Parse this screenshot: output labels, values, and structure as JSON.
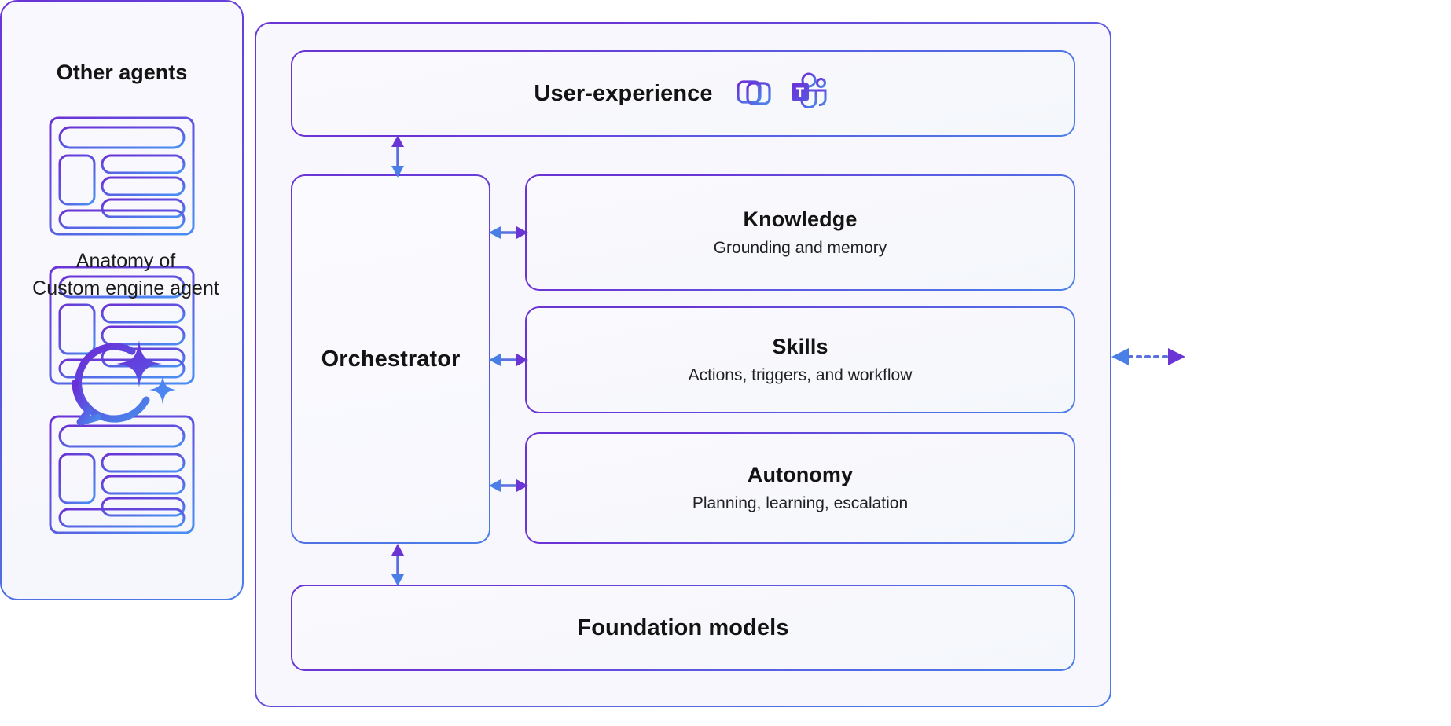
{
  "caption": {
    "line1": "Anatomy of",
    "line2": "Custom engine agent",
    "logo_icon": "copilot-chat-sparkle-icon"
  },
  "main_panel": {
    "name": "custom-engine-agent-panel",
    "user_experience": {
      "title": "User-experience",
      "icons": [
        {
          "name": "microsoft-365-copilot-icon",
          "label": "Microsoft 365 Copilot"
        },
        {
          "name": "microsoft-teams-icon",
          "label": "Microsoft Teams"
        }
      ]
    },
    "orchestrator": {
      "title": "Orchestrator"
    },
    "capabilities": [
      {
        "id": "knowledge",
        "title": "Knowledge",
        "subtitle": "Grounding and memory"
      },
      {
        "id": "skills",
        "title": "Skills",
        "subtitle": "Actions, triggers, and workflow"
      },
      {
        "id": "autonomy",
        "title": "Autonomy",
        "subtitle": "Planning, learning, escalation"
      }
    ],
    "foundation": {
      "title": "Foundation models"
    }
  },
  "other_agents": {
    "title": "Other agents",
    "card_count": 3,
    "card_icon": "agent-card-icon"
  },
  "connectors": [
    {
      "name": "ux-orchestrator-connector",
      "style": "solid",
      "direction": "bidirectional",
      "orientation": "vertical"
    },
    {
      "name": "orchestrator-knowledge-connector",
      "style": "solid",
      "direction": "bidirectional",
      "orientation": "horizontal"
    },
    {
      "name": "orchestrator-skills-connector",
      "style": "solid",
      "direction": "bidirectional",
      "orientation": "horizontal"
    },
    {
      "name": "orchestrator-autonomy-connector",
      "style": "solid",
      "direction": "bidirectional",
      "orientation": "horizontal"
    },
    {
      "name": "orchestrator-foundation-connector",
      "style": "solid",
      "direction": "bidirectional",
      "orientation": "vertical"
    },
    {
      "name": "agent-to-other-agents-connector",
      "style": "dotted",
      "direction": "bidirectional",
      "orientation": "horizontal"
    }
  ],
  "colors": {
    "purple": "#6b35d6",
    "blue": "#4a7fe8",
    "panel_fill": "#f8f7fd",
    "text": "#131313",
    "background": "#ffffff"
  }
}
